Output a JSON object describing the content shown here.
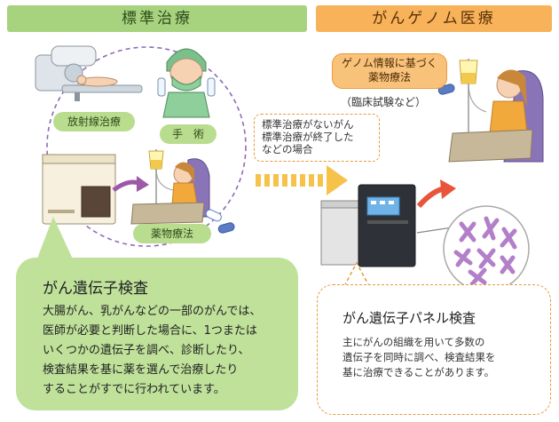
{
  "left_header": "標準治療",
  "right_header": "がんゲノム医療",
  "treatments": {
    "radiation": "放射線治療",
    "surgery": "手　術",
    "drug": "薬物療法"
  },
  "condition_note": "標準治療がないがん\n標準治療が終了した\nなどの場合",
  "genome_drug_label": "ゲノム情報に基づく\n薬物療法",
  "clinical_trial_note": "（臨床試験など）",
  "left_box": {
    "title": "がん遺伝子検査",
    "body": "大腸がん、乳がんなどの一部のがんでは、\n医師が必要と判断した場合に、1つまたは\nいくつかの遺伝子を調べ、診断したり、\n検査結果を基に薬を選んで治療したり\nすることがすでに行われています。"
  },
  "right_box": {
    "title": "がん遺伝子パネル検査",
    "body": "主にがんの組織を用いて多数の\n遺伝子を同時に調べ、検査結果を\n基に治療できることがあります。"
  },
  "colors": {
    "green_header": "#a7d37f",
    "orange_header": "#f7b25a",
    "green_box": "#bfe19a",
    "dashed_orange": "#e89a3a",
    "arrow_purple": "#9b59a8",
    "arrow_red": "#e8553a"
  }
}
